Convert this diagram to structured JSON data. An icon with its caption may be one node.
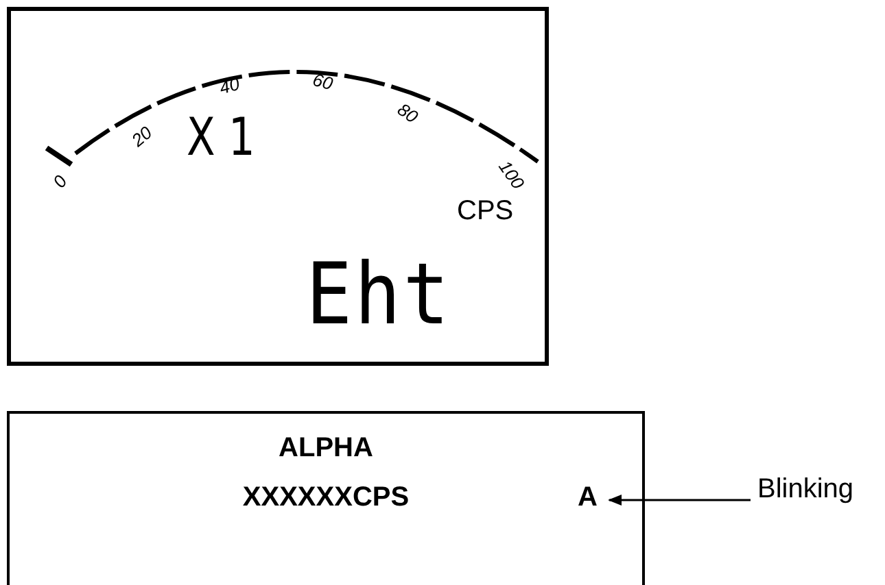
{
  "diagram": {
    "nodes": [
      {
        "text": [
          "X 1",
          "CPS",
          "Eht"
        ]
      },
      {
        "text": [
          "ALPHA",
          "XXXXXXCPS"
        ]
      },
      {
        "text": [
          "A"
        ],
        "in": 1
      },
      {
        "text": [
          "Blinking"
        ]
      }
    ],
    "edges": [
      {
        "from": 3,
        "to": 2,
        "arrow": "to"
      }
    ],
    "labels": [
      "0",
      "20",
      "40",
      "60",
      "80",
      "100"
    ]
  }
}
